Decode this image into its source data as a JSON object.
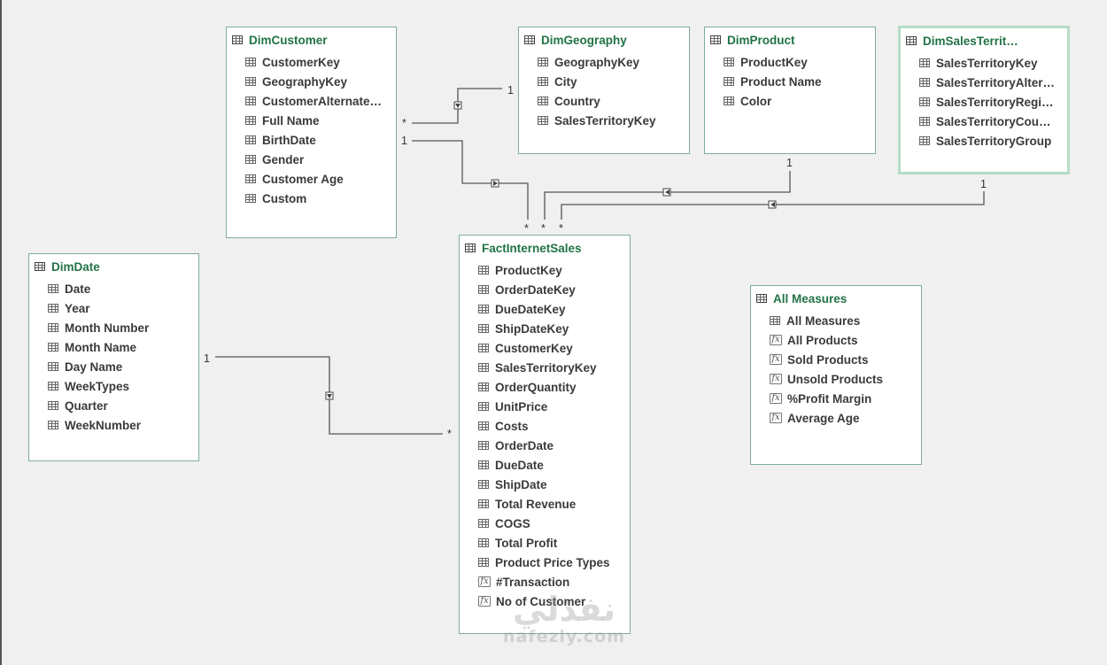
{
  "tables": {
    "dimcustomer": {
      "name": "DimCustomer",
      "fields": [
        "CustomerKey",
        "GeographyKey",
        "CustomerAlternate…",
        "Full Name",
        "BirthDate",
        "Gender",
        "Customer Age",
        "Custom"
      ]
    },
    "dimgeography": {
      "name": "DimGeography",
      "fields": [
        "GeographyKey",
        "City",
        "Country",
        "SalesTerritoryKey"
      ]
    },
    "dimproduct": {
      "name": "DimProduct",
      "fields": [
        "ProductKey",
        "Product Name",
        "Color"
      ]
    },
    "dimsalesterritory": {
      "name": "DimSalesTerrit…",
      "fields": [
        "SalesTerritoryKey",
        "SalesTerritoryAlter…",
        "SalesTerritoryRegi…",
        "SalesTerritoryCou…",
        "SalesTerritoryGroup"
      ]
    },
    "dimdate": {
      "name": "DimDate",
      "fields": [
        "Date",
        "Year",
        "Month Number",
        "Month Name",
        "Day Name",
        "WeekTypes",
        "Quarter",
        "WeekNumber"
      ]
    },
    "factinternetsales": {
      "name": "FactInternetSales",
      "fields": [
        "ProductKey",
        "OrderDateKey",
        "DueDateKey",
        "ShipDateKey",
        "CustomerKey",
        "SalesTerritoryKey",
        "OrderQuantity",
        "UnitPrice",
        "Costs",
        "OrderDate",
        "DueDate",
        "ShipDate",
        "Total Revenue",
        "COGS",
        "Total Profit",
        "Product Price Types"
      ],
      "measures": [
        "#Transaction",
        "No of Customer"
      ]
    },
    "allmeasures": {
      "name": "All Measures",
      "fields": [
        "All Measures"
      ],
      "measures": [
        "All Products",
        "Sold Products",
        "Unsold Products",
        "%Profit Margin",
        "Average Age"
      ]
    }
  },
  "relationships": {
    "customer_geography": {
      "one": "1",
      "many": "*"
    },
    "customer_fact": {
      "one": "1",
      "many": "*"
    },
    "product_fact": {
      "one": "1",
      "many": "*"
    },
    "territory_fact": {
      "one": "1",
      "many": "*"
    },
    "date_fact": {
      "one": "1",
      "many": "*"
    }
  },
  "icons": {
    "column": "table-grid-icon",
    "measure": "measure-fx-icon",
    "table": "table-icon"
  },
  "colors": {
    "header_text": "#217346",
    "card_border": "#7fae95",
    "selected_border": "#b6dcc6",
    "line": "#555555"
  },
  "watermark": {
    "arabic": "نفذلي",
    "latin": "nafezly.com"
  }
}
